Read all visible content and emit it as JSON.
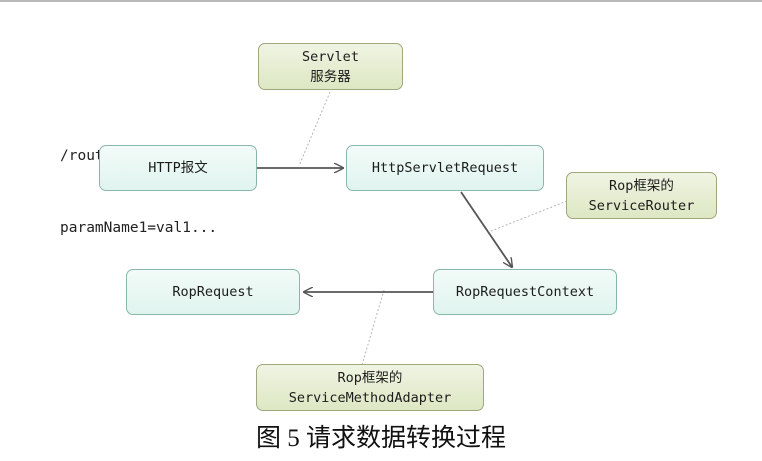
{
  "diagram": {
    "nodes": {
      "servlet_note": [
        "Servlet",
        "服务器"
      ],
      "query_text": [
        "/router?method=xxx&",
        "paramName1=val1..."
      ],
      "http_message": "HTTP报文",
      "http_servlet_request": "HttpServletRequest",
      "service_router_note": [
        "Rop框架的",
        "ServiceRouter"
      ],
      "rop_request_context": "RopRequestContext",
      "rop_request": "RopRequest",
      "service_method_adapter_note": [
        "Rop框架的",
        "ServiceMethodAdapter"
      ]
    },
    "edges": [
      {
        "from": "HTTP报文",
        "to": "HttpServletRequest"
      },
      {
        "from": "HttpServletRequest",
        "to": "RopRequestContext"
      },
      {
        "from": "RopRequestContext",
        "to": "RopRequest"
      }
    ],
    "caption": "图 5 请求数据转换过程"
  }
}
